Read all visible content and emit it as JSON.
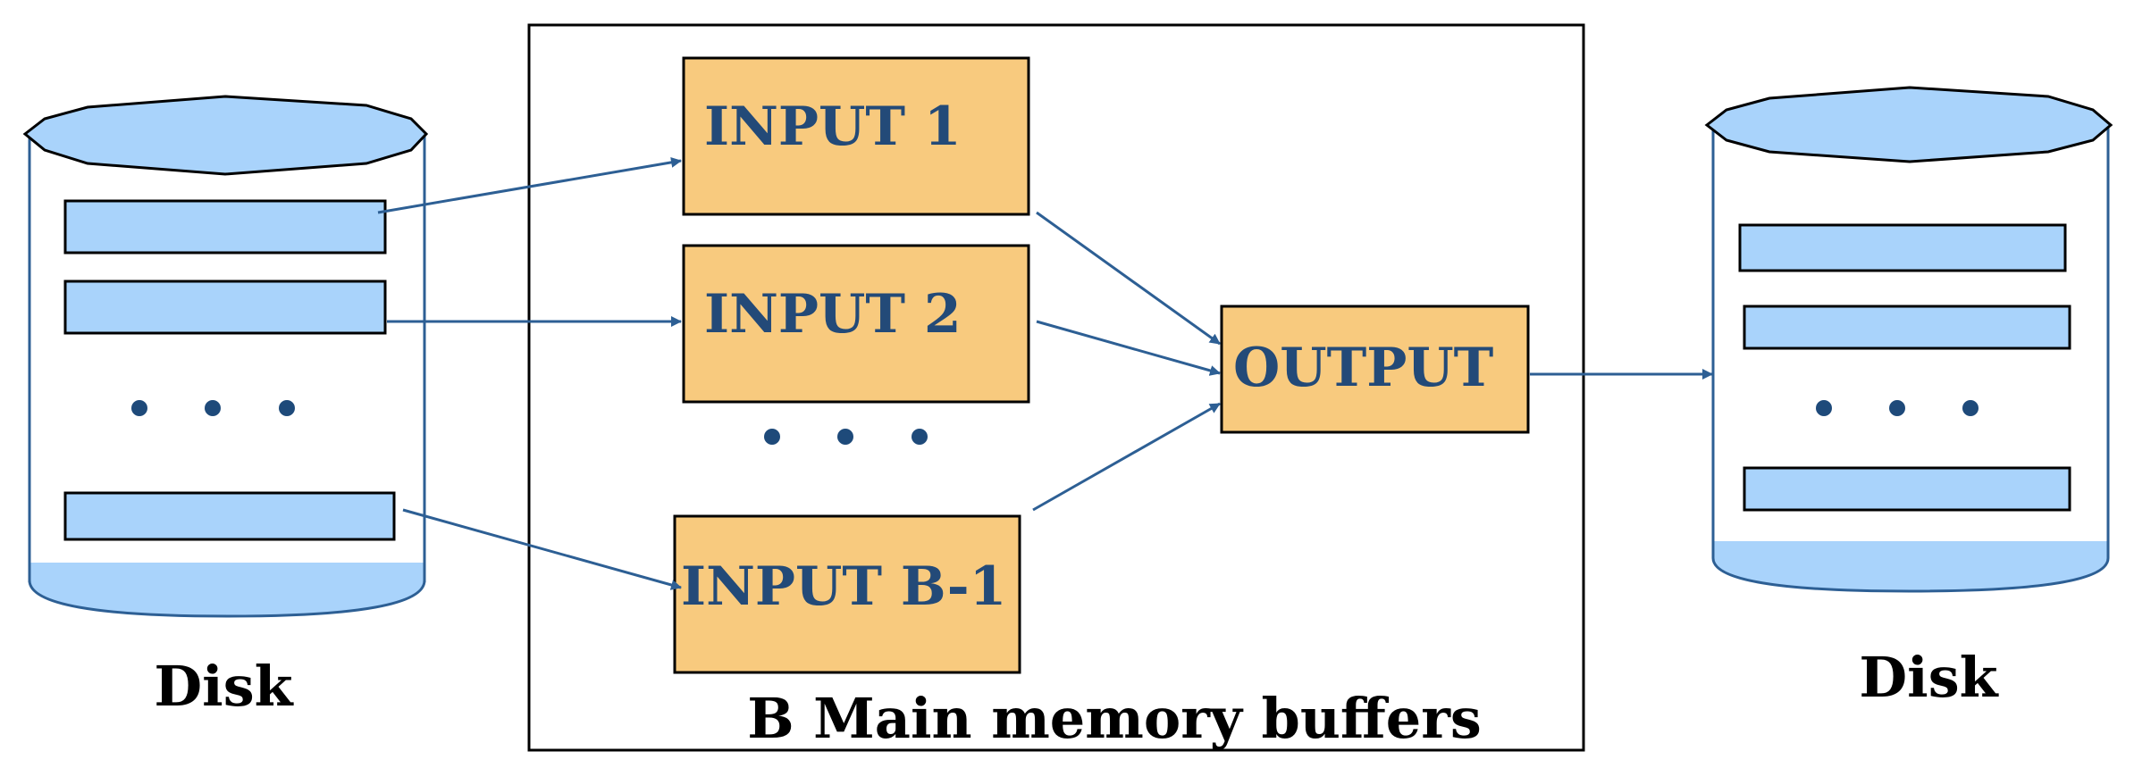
{
  "labels": {
    "input_1": "INPUT 1",
    "input_2": "INPUT 2",
    "input_b1": "INPUT B-1",
    "output": "OUTPUT",
    "memory": "B Main memory buffers",
    "disk_left": "Disk",
    "disk_right": "Disk"
  },
  "colors": {
    "buffer_fill": "#f8ca7e",
    "disk_fill": "#a9d3fb",
    "arrow": "#2d5f94",
    "label_text": "#234a78",
    "dots": "#1e4a7a"
  }
}
